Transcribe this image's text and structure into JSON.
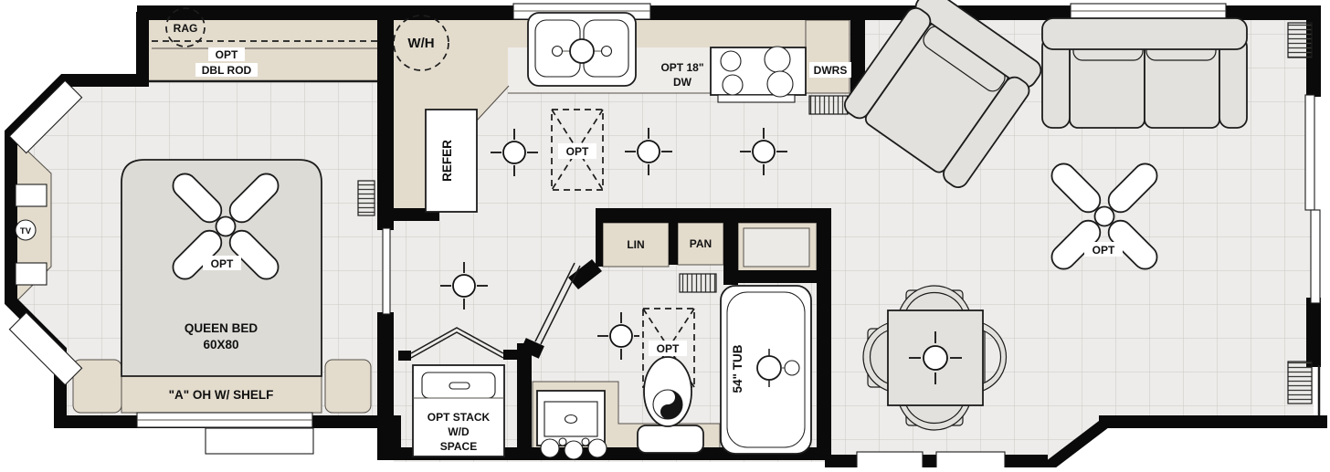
{
  "bedroom": {
    "rag_label": "RAG",
    "closet_opt_label": "OPT",
    "closet_rod_label": "DBL ROD",
    "tv_label": "TV",
    "fan_opt_label": "OPT",
    "bed_label_line1": "QUEEN BED",
    "bed_label_line2": "60X80",
    "overhead_shelf_label": "\"A\" OH W/ SHELF"
  },
  "kitchen": {
    "water_heater_label": "W/H",
    "refrigerator_label": "REFER",
    "dishwasher_label_line1": "OPT 18\"",
    "dishwasher_label_line2": "DW",
    "drawers_label": "DWRS",
    "skylight_opt_label": "OPT"
  },
  "utility": {
    "washer_dryer_label_line1": "OPT STACK",
    "washer_dryer_label_line2": "W/D",
    "washer_dryer_label_line3": "SPACE"
  },
  "bathroom": {
    "linen_label": "LIN",
    "pantry_label": "PAN",
    "shower_opt_label": "OPT",
    "tub_label": "54\" TUB"
  },
  "living": {
    "fan_opt_label": "OPT"
  },
  "colors": {
    "wall": "#0a0a0a",
    "floor": "#edecea",
    "grid-line": "#cbc8c3",
    "cabinet": "#e3dccd",
    "furniture": "#e2e1dd",
    "outline": "#1c1c1c"
  }
}
